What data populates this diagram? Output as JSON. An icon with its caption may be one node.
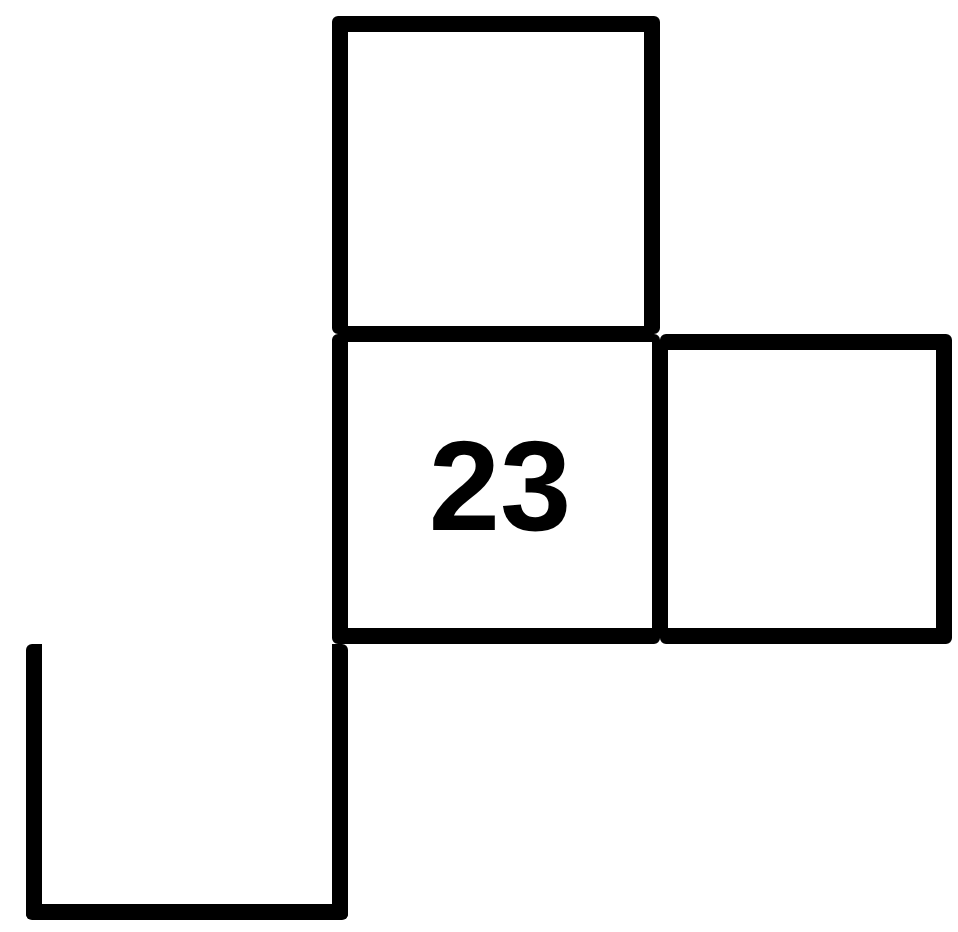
{
  "diagram": {
    "nodes": [
      {
        "text": [],
        "shape": "box"
      },
      {
        "text": [
          "23"
        ]
      },
      {
        "text": [],
        "shape": "box"
      },
      {
        "text": [],
        "shape": "box"
      }
    ]
  }
}
